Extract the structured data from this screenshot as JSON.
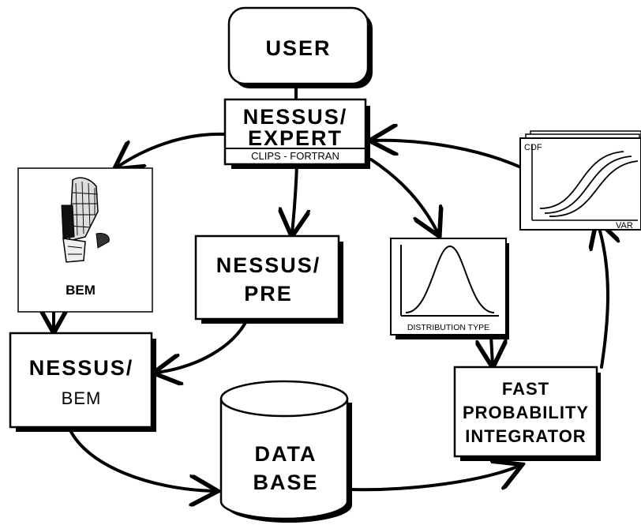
{
  "nodes": {
    "user": {
      "label": "USER"
    },
    "expert": {
      "line1": "NESSUS/",
      "line2": "EXPERT",
      "sub": "CLIPS - FORTRAN"
    },
    "bem_model": {
      "label": "BEM"
    },
    "pre": {
      "line1": "NESSUS/",
      "line2": "PRE"
    },
    "distribution": {
      "label": "DISTRIBUTION TYPE"
    },
    "cdf_plot": {
      "ylabel": "CDF",
      "xlabel": "VAR"
    },
    "nessus_bem": {
      "line1": "NESSUS/",
      "line2": "BEM"
    },
    "database": {
      "line1": "DATA",
      "line2": "BASE"
    },
    "fpi": {
      "line1": "FAST",
      "line2": "PROBABILITY",
      "line3": "INTEGRATOR"
    }
  },
  "edges": [
    {
      "from": "user",
      "to": "expert"
    },
    {
      "from": "expert",
      "to": "bem_model"
    },
    {
      "from": "expert",
      "to": "pre"
    },
    {
      "from": "expert",
      "to": "distribution"
    },
    {
      "from": "cdf_plot",
      "to": "expert"
    },
    {
      "from": "bem_model",
      "to": "nessus_bem"
    },
    {
      "from": "pre",
      "to": "nessus_bem"
    },
    {
      "from": "nessus_bem",
      "to": "database"
    },
    {
      "from": "database",
      "to": "fpi"
    },
    {
      "from": "distribution",
      "to": "fpi"
    },
    {
      "from": "fpi",
      "to": "cdf_plot"
    }
  ]
}
